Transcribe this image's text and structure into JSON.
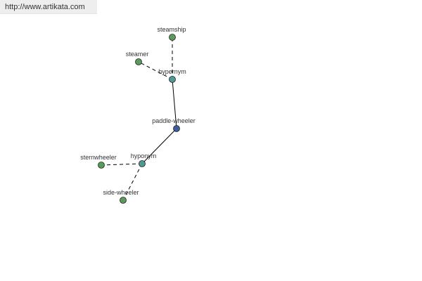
{
  "header": {
    "url_text": "http://www.artikata.com"
  },
  "diagram": {
    "colors": {
      "root_node": "#3f5c9a",
      "relation_node": "#4f9a94",
      "word_node": "#5a9a5a",
      "edge": "#000000",
      "node_stroke": "#222222"
    },
    "nodes": [
      {
        "id": "paddle-wheeler",
        "label": "paddle-wheeler",
        "kind": "root"
      },
      {
        "id": "hypernym",
        "label": "hypernym",
        "kind": "relation"
      },
      {
        "id": "hyponym",
        "label": "hyponym",
        "kind": "relation"
      },
      {
        "id": "steamship",
        "label": "steamship",
        "kind": "word"
      },
      {
        "id": "steamer",
        "label": "steamer",
        "kind": "word"
      },
      {
        "id": "sternwheeler",
        "label": "sternwheeler",
        "kind": "word"
      },
      {
        "id": "side-wheeler",
        "label": "side-wheeler",
        "kind": "word"
      }
    ],
    "edges": [
      {
        "from": "paddle-wheeler",
        "to": "hypernym",
        "style": "solid"
      },
      {
        "from": "paddle-wheeler",
        "to": "hyponym",
        "style": "solid"
      },
      {
        "from": "hypernym",
        "to": "steamship",
        "style": "dashed"
      },
      {
        "from": "hypernym",
        "to": "steamer",
        "style": "dashed"
      },
      {
        "from": "hyponym",
        "to": "sternwheeler",
        "style": "dashed"
      },
      {
        "from": "hyponym",
        "to": "side-wheeler",
        "style": "dashed"
      }
    ]
  }
}
